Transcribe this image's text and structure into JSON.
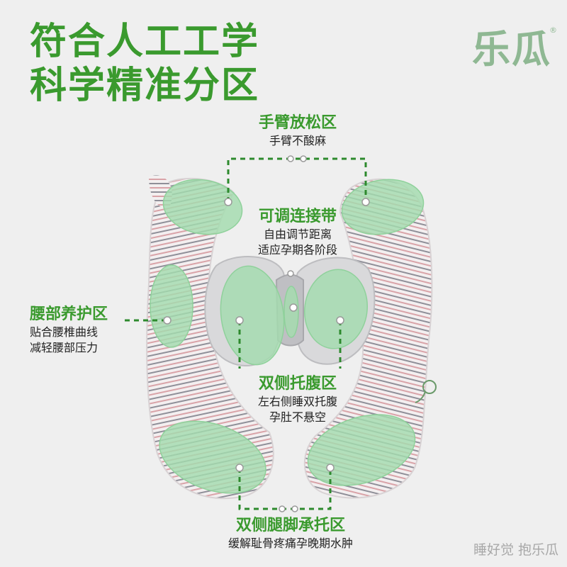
{
  "headline": {
    "line1": "符合人工工学",
    "line2": "科学精准分区"
  },
  "brand": {
    "name": "乐瓜",
    "mark": "®"
  },
  "zones": {
    "arm": {
      "title": "手臂放松区",
      "desc1": "手臂不酸麻"
    },
    "strap": {
      "title": "可调连接带",
      "desc1": "自由调节距离",
      "desc2": "适应孕期各阶段"
    },
    "waist": {
      "title": "腰部养护区",
      "desc1": "贴合腰椎曲线",
      "desc2": "减轻腰部压力"
    },
    "belly": {
      "title": "双侧托腹区",
      "desc1": "左右侧睡双托腹",
      "desc2": "孕肚不悬空"
    },
    "legs": {
      "title": "双侧腿脚承托区",
      "desc1": "缓解耻骨疼痛孕晚期水肿"
    }
  },
  "slogan": "睡好觉 抱乐瓜",
  "colors": {
    "accent_green": "#3a9a2e",
    "zone_fill": "#a3dcae",
    "background": "#efefef",
    "brand": "#8fb893"
  }
}
